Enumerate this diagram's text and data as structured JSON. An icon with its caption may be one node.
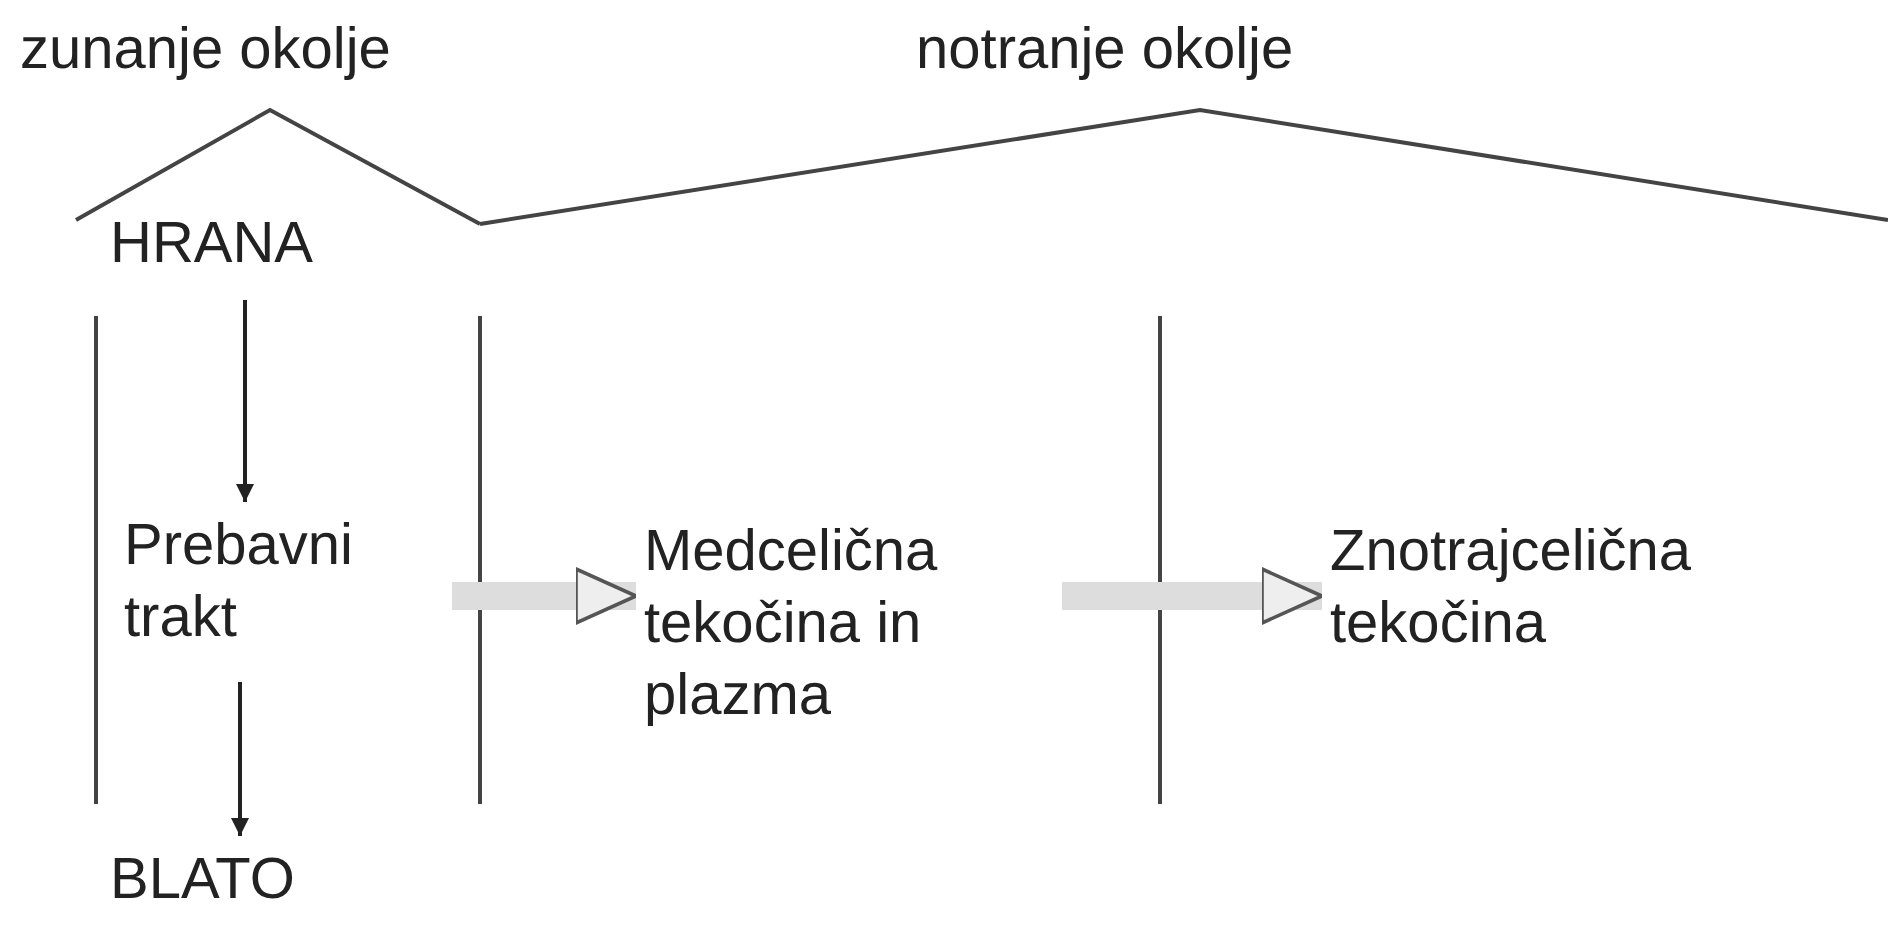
{
  "diagram": {
    "nodes": [
      {
        "text": [
          "HRANA"
        ]
      },
      {
        "text": [
          "Prebavni trakt"
        ]
      },
      {
        "text": [
          "Medcelična tekočina in plazma"
        ]
      },
      {
        "text": [
          "Znotrajcelična tekočina"
        ]
      },
      {
        "text": [
          "BLATO"
        ]
      }
    ],
    "edges": [
      {
        "from": 0,
        "to": 1,
        "arrow": "to"
      },
      {
        "from": 1,
        "to": 4,
        "arrow": "to"
      },
      {
        "from": 1,
        "to": 2,
        "arrow": "to",
        "style": "thick",
        "color": "#dddddd"
      },
      {
        "from": 2,
        "to": 3,
        "arrow": "to",
        "style": "thick",
        "color": "#dddddd"
      }
    ],
    "labels": [
      "zunanje okolje",
      "notranje okolje"
    ]
  }
}
